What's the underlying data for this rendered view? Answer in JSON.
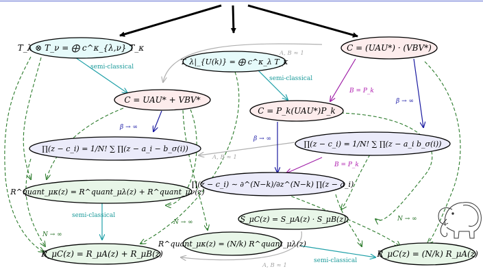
{
  "nodes": {
    "tensor_product": "T_λ ⊗ T_ν = ⨁ c^κ_{λ,ν} T_κ",
    "restriction": "T_λ|_{U(k)} = ⨁ c^κ_λ T_κ",
    "product_matrix": "C = (UAU*) · (VBV*)",
    "sum_matrix": "C = UAU* + VBV*",
    "projected_matrix": "C = P_k(UAU*)P_k",
    "sum_poly": "∏(z − c_i) = 1/N! ∑ ∏(z − a_i − b_σ(i))",
    "product_poly": "∏(z − c_i) = 1/N! ∑ ∏(z − a_i b_σ(i))",
    "quant_sum": "R^quant_μκ(z) = R^quant_μλ(z) + R^quant_μν(z)",
    "derivative_poly": "∏(z − c_i) ∼ ∂^(N−k)/∂z^(N−k) ∏(z − a_i)",
    "s_transform": "S_μC(z) = S_μA(z) · S_μB(z)",
    "free_sum": "R_μC(z) = R_μA(z) + R_μB(z)",
    "quant_proj": "R^quant_μκ(z) = (N/k) R^quant_μλ(z)",
    "free_proj": "R_μC(z) = (N/k) R_μA(z)"
  },
  "edge_labels": {
    "semi_classical": "semi-classical",
    "beta_limit": "β → ∞",
    "n_limit": "N → ∞",
    "approx_one": "A, B ≈ 1",
    "b_equals_pk": "B = P_k"
  },
  "colors": {
    "cyan_fill": "#e6fafa",
    "pink_fill": "#fdecec",
    "lavender_fill": "#ebebfa",
    "green_fill": "#e8f6e8",
    "teal_edge": "#1fa0a8",
    "blue_edge": "#1a1aa0",
    "magenta_edge": "#a020a8",
    "gray_edge": "#b0b0b0",
    "green_edge": "#2a7a2a"
  },
  "icons": [
    "elephant-icon"
  ]
}
